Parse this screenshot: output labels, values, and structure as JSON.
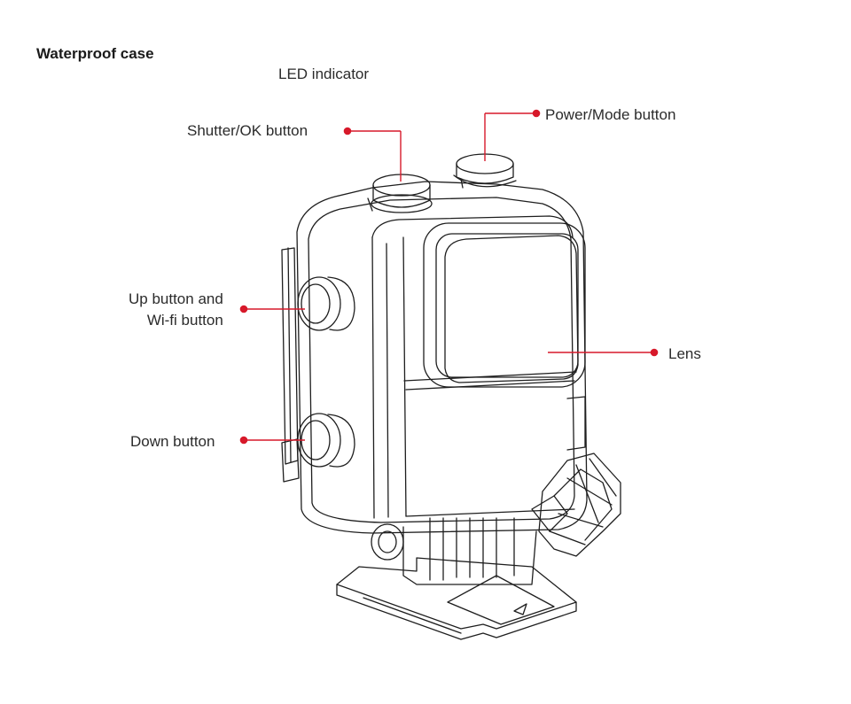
{
  "title": "Waterproof case",
  "labels": {
    "led": "LED indicator",
    "shutter": "Shutter/OK button",
    "power": "Power/Mode button",
    "up_line1": "Up button and",
    "up_line2": "Wi-fi button",
    "lens": "Lens",
    "down": "Down button"
  },
  "colors": {
    "callout": "#d7192a",
    "outline": "#1e1e1e",
    "text": "#2b2b2b"
  }
}
